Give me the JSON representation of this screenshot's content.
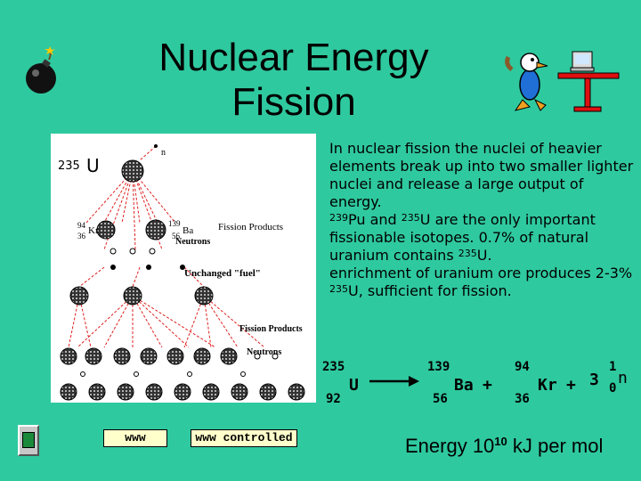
{
  "slide": {
    "title_line1": "Nuclear Energy",
    "title_line2": "Fission",
    "background": "#2fc99f"
  },
  "diagram": {
    "uranium_mass": "235",
    "uranium_symbol": "U",
    "incoming_neutron": "n",
    "kr_mass": "94",
    "kr_number": "36",
    "kr_symbol": "Kr",
    "ba_mass": "139",
    "ba_number": "56",
    "ba_symbol": "Ba",
    "label_fission_products_1": "Fission Products",
    "label_neutrons_1": "Neutrons",
    "label_unchanged_fuel": "Unchanged \"fuel\"",
    "label_fission_products_2": "Fission Products",
    "label_neutrons_2": "Neutrons"
  },
  "description": {
    "p1": "In nuclear fission the nuclei of heavier elements break up into two smaller lighter nuclei and release a large output of energy.",
    "p2_mass1": "239",
    "p2_text1": "Pu and ",
    "p2_mass2": "235",
    "p2_text2": "U are the only important fissionable isotopes. 0.7% of natural uranium contains ",
    "p2_mass3": "235",
    "p2_text3": "U.",
    "p3_text1": "enrichment of uranium ore produces 2-3% ",
    "p3_mass": "235",
    "p3_text2": "U, sufficient for fission."
  },
  "equation": {
    "u_mass": "235",
    "u_number": "92",
    "u_symbol": "U",
    "ba_mass": "139",
    "ba_number": "56",
    "ba_symbol": "Ba",
    "plus1": "+",
    "kr_mass": "94",
    "kr_number": "36",
    "kr_symbol": "Kr",
    "plus2": "+",
    "coef": "3",
    "n_mass": "1",
    "n_number": "0",
    "n_symbol": "n"
  },
  "buttons": {
    "www_label": "www",
    "www_controlled_label": "www controlled"
  },
  "energy": {
    "prefix": "Energy 10",
    "exponent": "10",
    "suffix": " kJ per mol"
  },
  "icons": [
    "bomb-icon",
    "duck-at-computer-icon",
    "nav-square-icon"
  ]
}
